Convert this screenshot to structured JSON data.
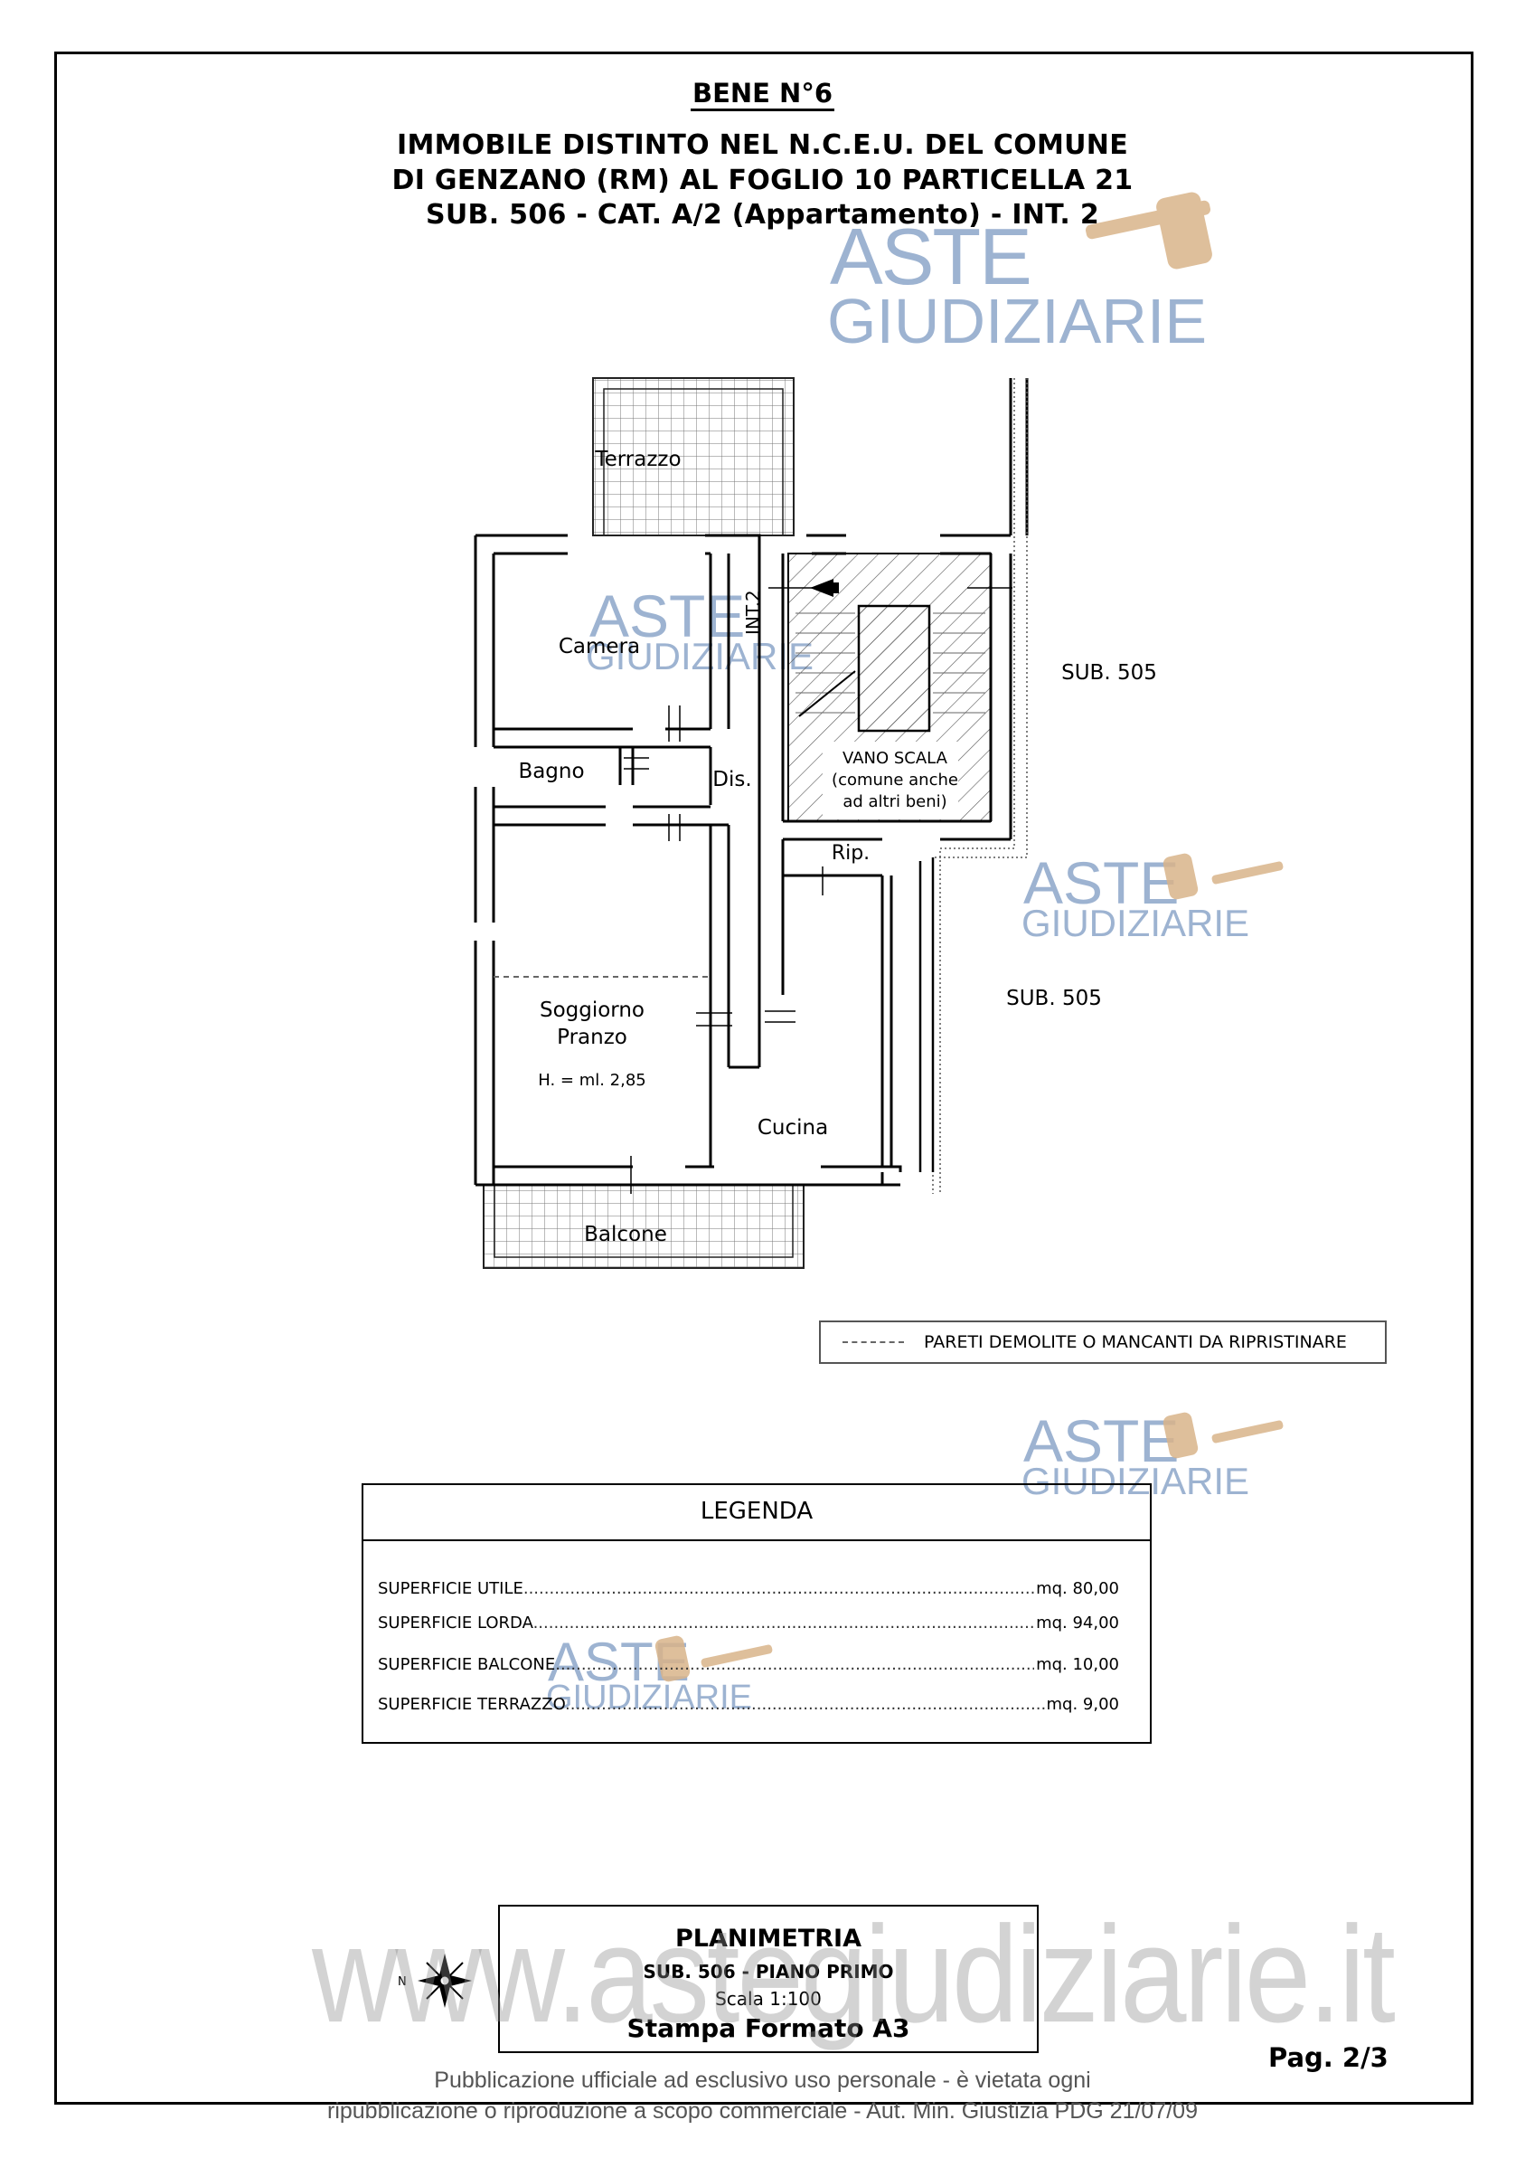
{
  "header": {
    "bene": "BENE N°6",
    "line1": "IMMOBILE DISTINTO NEL N.C.E.U. DEL COMUNE",
    "line2": "DI GENZANO (RM) AL FOGLIO 10 PARTICELLA 21",
    "line3": "SUB. 506 - CAT. A/2 (Appartamento) - INT. 2"
  },
  "watermark": {
    "top": "ASTE",
    "bottom": "GIUDIZIARIE"
  },
  "plan": {
    "rooms": {
      "terrazzo": "Terrazzo",
      "camera": "Camera",
      "bagno": "Bagno",
      "dis": "Dis.",
      "soggiorno": "Soggiorno",
      "pranzo": "Pranzo",
      "height": "H. = ml. 2,85",
      "cucina": "Cucina",
      "balcone": "Balcone",
      "rip": "Rip.",
      "int": "INT.2",
      "vano1": "VANO SCALA",
      "vano2": "(comune anche",
      "vano3": "ad altri beni)",
      "sub_a": "SUB. 505",
      "sub_b": "SUB. 505"
    }
  },
  "legend_key": "PARETI DEMOLITE O MANCANTI DA RIPRISTINARE",
  "legenda": {
    "title": "LEGENDA",
    "rows": [
      {
        "label": "SUPERFICIE UTILE",
        "value": "mq. 80,00"
      },
      {
        "label": "SUPERFICIE LORDA",
        "value": "mq. 94,00"
      },
      {
        "label": "SUPERFICIE BALCONE",
        "value": "mq. 10,00"
      },
      {
        "label": "SUPERFICIE TERRAZZO",
        "value": "mq.  9,00"
      }
    ]
  },
  "planimetria": {
    "title": "PLANIMETRIA",
    "sub": "SUB. 506 - PIANO PRIMO",
    "scale": "Scala 1:100",
    "format": "Stampa Formato A3"
  },
  "site_watermark": "www.astegiudiziarie.it",
  "page": "Pag. 2/3",
  "footer": {
    "line1": "Pubblicazione ufficiale ad esclusivo uso personale - è vietata ogni",
    "line2": "ripubblicazione o riproduzione a scopo commerciale - Aut. Min. Giustizia PDG 21/07/09"
  },
  "colors": {
    "watermark_blue": "#9db3d1",
    "gavel": "#d9b48a",
    "ink": "#000000"
  }
}
